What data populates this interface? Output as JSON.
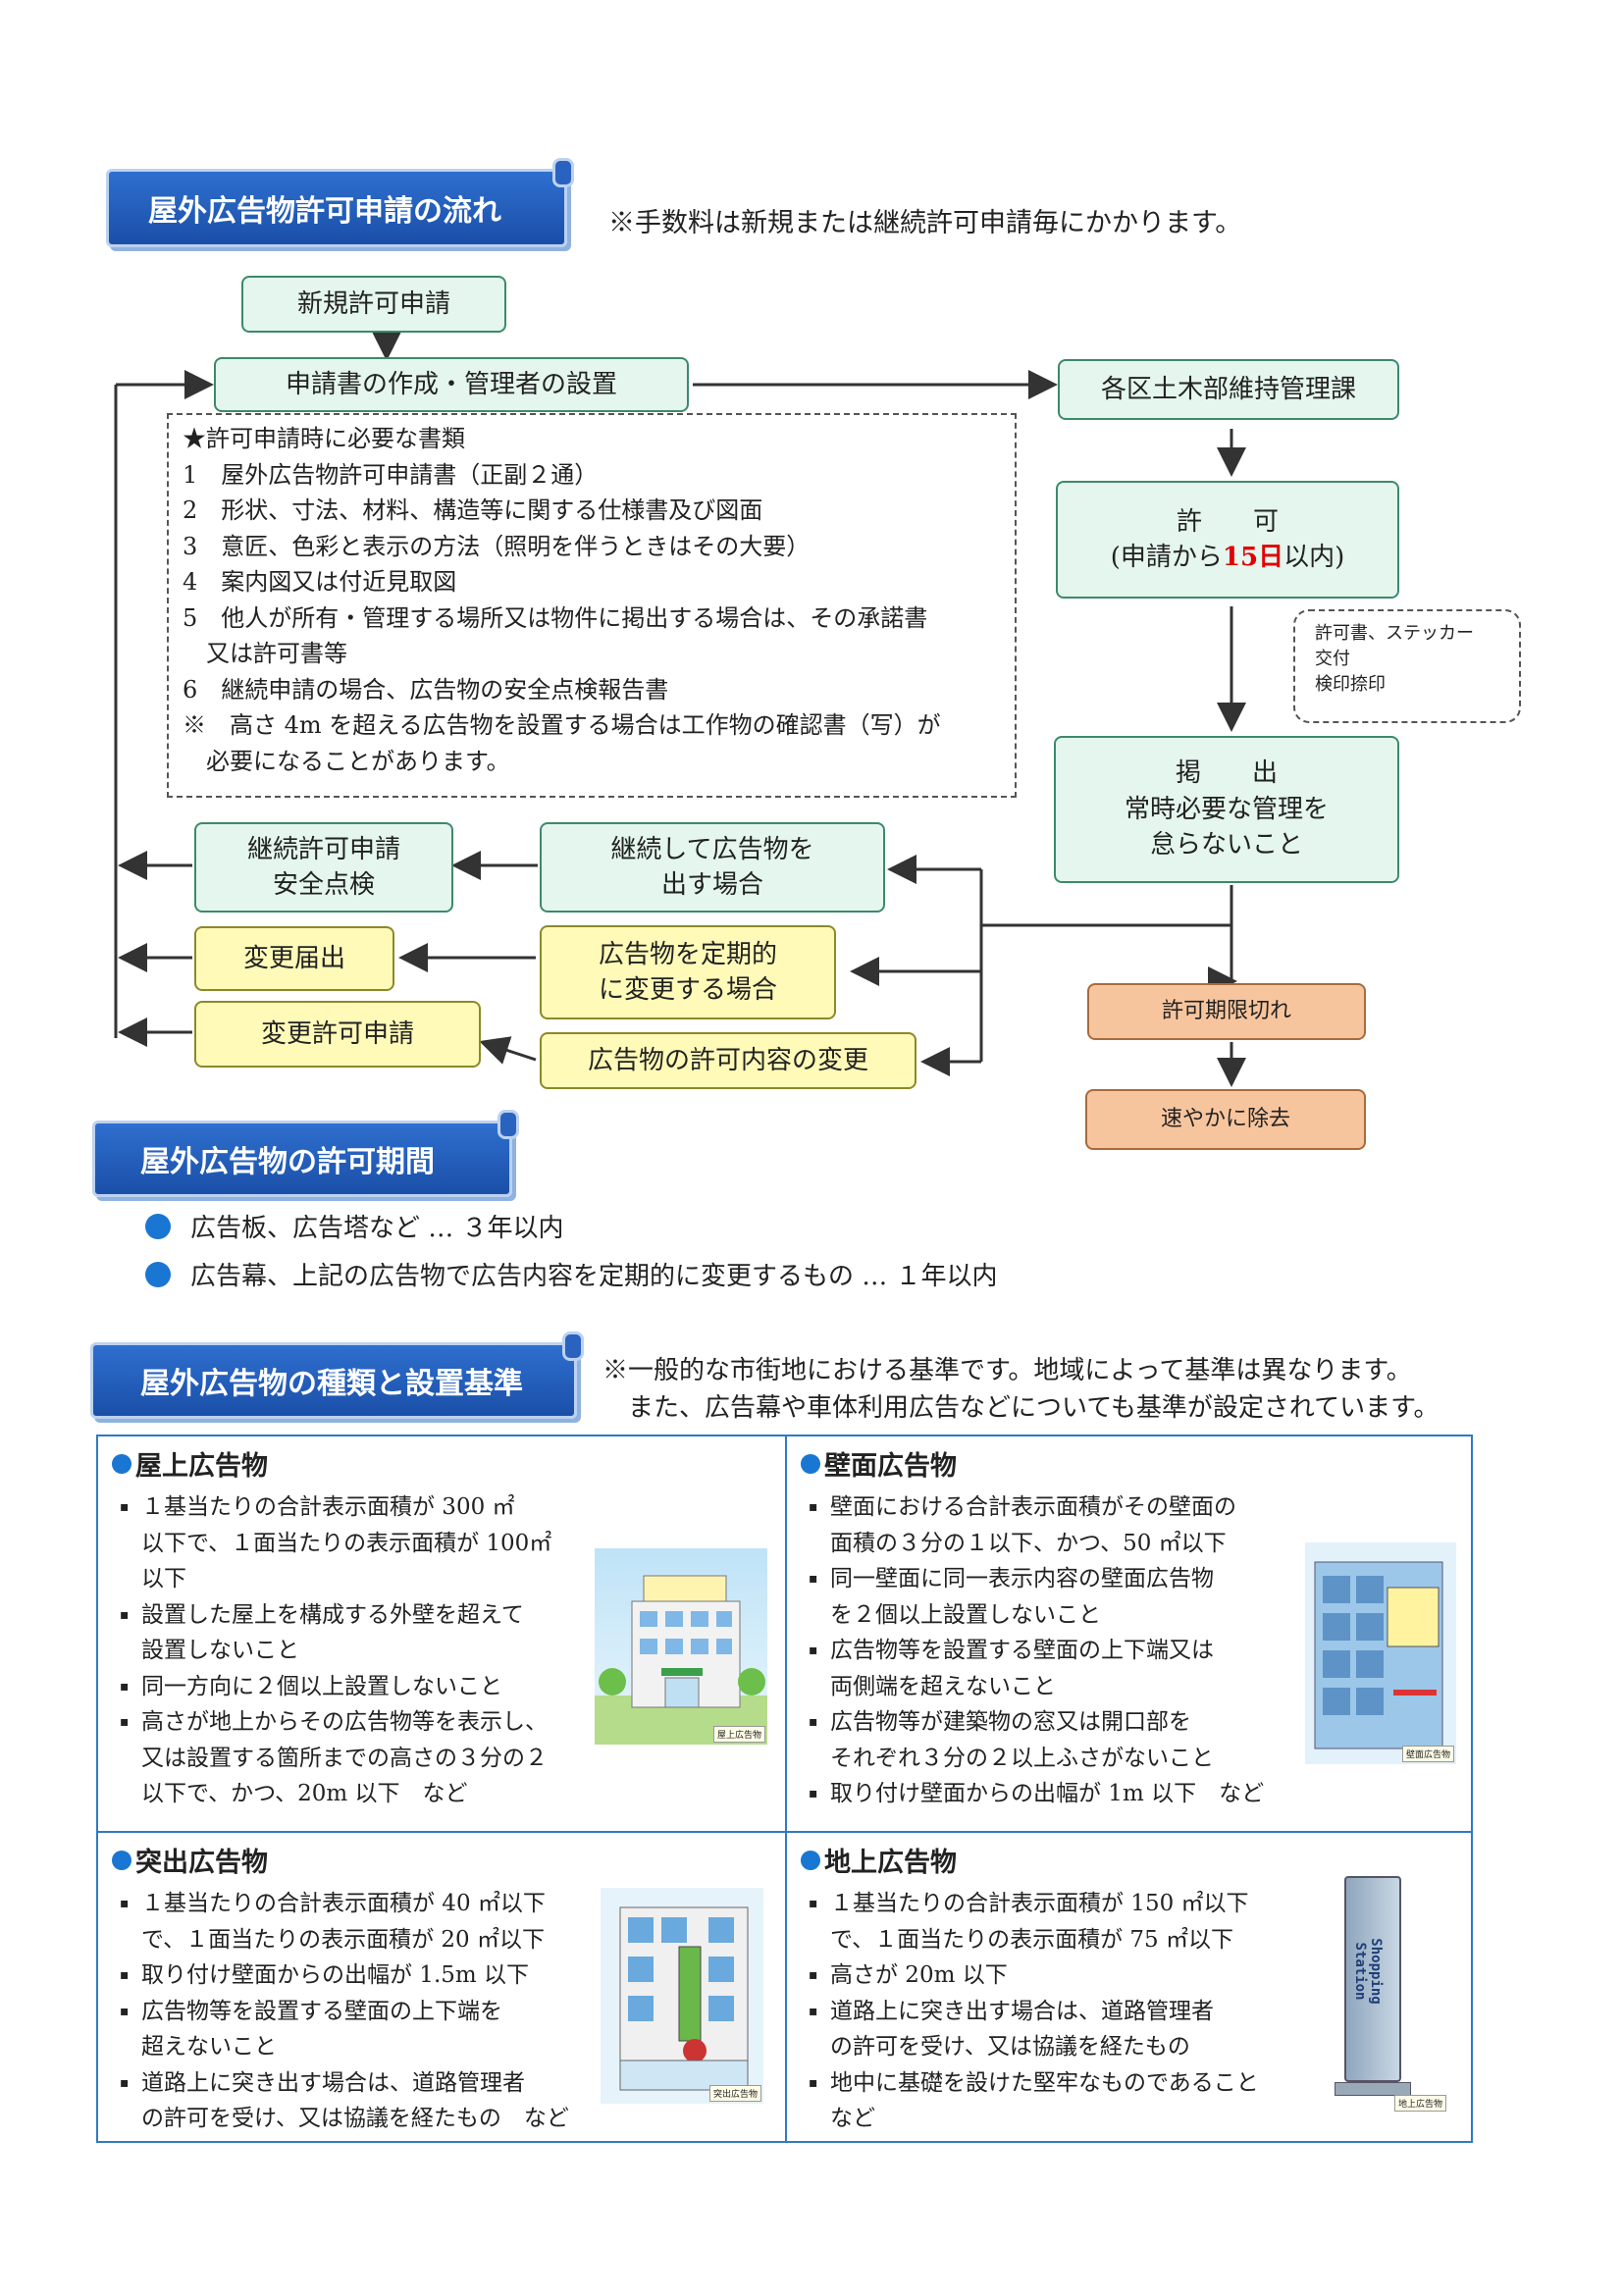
{
  "flow": {
    "title": "屋外広告物許可申請の流れ",
    "fee_note": "※手数料は新規または継続許可申請毎にかかります。",
    "new_application": "新規許可申請",
    "prepare": "申請書の作成・管理者の設置",
    "office": "各区土木部維持管理課",
    "permit_title": "許　　可",
    "permit_prefix": "(申請から",
    "permit_days": "15日",
    "permit_suffix": "以内)",
    "bubble": [
      "許可書、ステッカー",
      "交付",
      "検印捺印"
    ],
    "display_lines": [
      "掲　　出",
      "常時必要な管理を",
      "怠らないこと"
    ],
    "docs": [
      "★許可申請時に必要な書類",
      "1　屋外広告物許可申請書（正副２通）",
      "2　形状、寸法、材料、構造等に関する仕様書及び図面",
      "3　意匠、色彩と表示の方法（照明を伴うときはその大要）",
      "4　案内図又は付近見取図",
      "5　他人が所有・管理する場所又は物件に掲出する場合は、その承諾書",
      "　又は許可書等",
      "6　継続申請の場合、広告物の安全点検報告書",
      "※　高さ 4m を超える広告物を設置する場合は工作物の確認書（写）が",
      "　必要になることがあります。"
    ],
    "renew_lines": [
      "継続許可申請",
      "安全点検"
    ],
    "renew_case_lines": [
      "継続して広告物を",
      "出す場合"
    ],
    "change_notice": "変更届出",
    "change_case_lines": [
      "広告物を定期的",
      "に変更する場合"
    ],
    "change_permit": "変更許可申請",
    "content_change": "広告物の許可内容の変更",
    "expired": "許可期限切れ",
    "remove": "速やかに除去"
  },
  "period": {
    "title": "屋外広告物の許可期間",
    "items": [
      "広告板、広告塔など … ３年以内",
      "広告幕、上記の広告物で広告内容を定期的に変更するもの … １年以内"
    ]
  },
  "types": {
    "title": "屋外広告物の種類と設置基準",
    "note_lines": [
      "※一般的な市街地における基準です。地域によって基準は異なります。",
      "　また、広告幕や車体利用広告などについても基準が設定されています。"
    ],
    "rooftop": {
      "title": "屋上広告物",
      "items": [
        "１基当たりの合計表示面積が 300 ㎡\n以下で、１面当たりの表示面積が 100㎡\n以下",
        "設置した屋上を構成する外壁を超えて\n設置しないこと",
        "同一方向に２個以上設置しないこと",
        "高さが地上からその広告物等を表示し、\n又は設置する箇所までの高さの３分の２\n以下で、かつ、20m 以下　など"
      ],
      "caption": "屋上広告物"
    },
    "wall": {
      "title": "壁面広告物",
      "items": [
        "壁面における合計表示面積がその壁面の\n面積の３分の１以下、かつ、50 ㎡以下",
        "同一壁面に同一表示内容の壁面広告物\nを２個以上設置しないこと",
        "広告物等を設置する壁面の上下端又は\n両側端を超えないこと",
        "広告物等が建築物の窓又は開口部を\nそれぞれ３分の２以上ふさがないこと",
        "取り付け壁面からの出幅が 1m 以下　など"
      ],
      "caption": "壁面広告物"
    },
    "projecting": {
      "title": "突出広告物",
      "items": [
        "１基当たりの合計表示面積が 40 ㎡以下\nで、１面当たりの表示面積が 20 ㎡以下",
        "取り付け壁面からの出幅が 1.5m 以下",
        "広告物等を設置する壁面の上下端を\n超えないこと",
        "道路上に突き出す場合は、道路管理者\nの許可を受け、又は協議を経たもの　など"
      ],
      "caption": "突出広告物"
    },
    "ground": {
      "title": "地上広告物",
      "items": [
        "１基当たりの合計表示面積が 150 ㎡以下\nで、１面当たりの表示面積が 75 ㎡以下",
        "高さが 20m 以下",
        "道路上に突き出す場合は、道路管理者\nの許可を受け、又は協議を経たもの",
        "地中に基礎を設けた堅牢なものであること\nなど"
      ],
      "caption": "地上広告物",
      "sign_text": "Shopping Station"
    }
  },
  "colors": {
    "banner": "#1a4fa8",
    "green_box": "#e4f6ee",
    "yellow_box": "#fffab8",
    "orange_box": "#f7c59d",
    "accent_red": "#e00000",
    "bullet": "#1976d2"
  },
  "icons": [
    "arrow-down-icon",
    "arrow-right-icon",
    "arrow-left-icon",
    "bullet-dot-icon"
  ]
}
